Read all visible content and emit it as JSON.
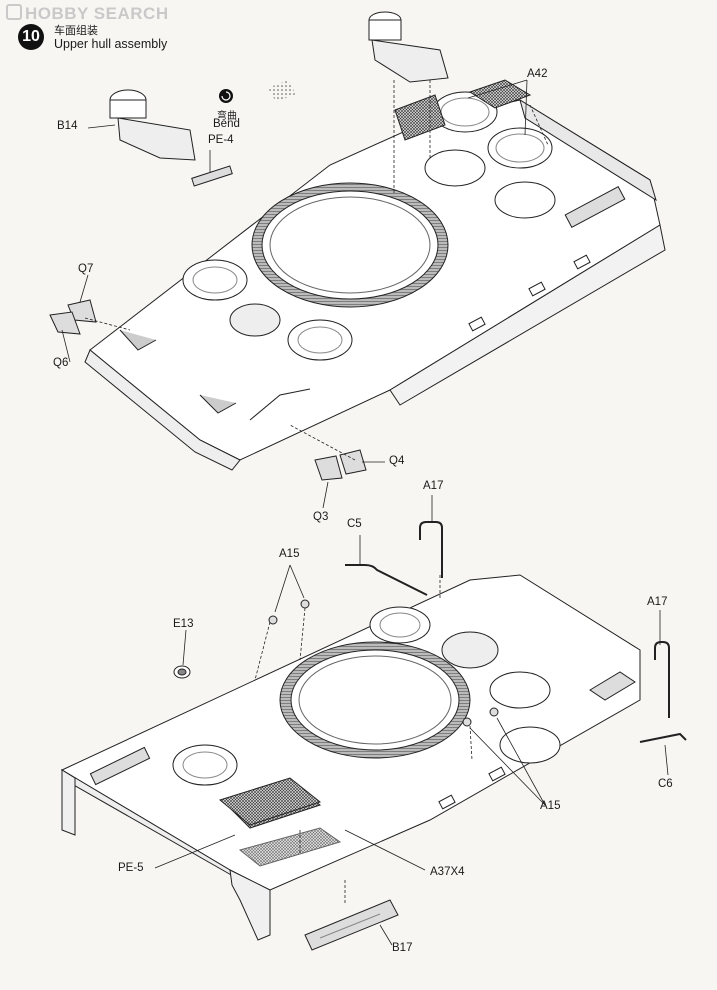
{
  "watermark": "HOBBY SEARCH",
  "step": {
    "number": "10",
    "title_cn": "车面组装",
    "title_en": "Upper hull assembly"
  },
  "bend_note": {
    "cn": "弯曲",
    "en": "Bend"
  },
  "top_parts": {
    "b14": "B14",
    "pe4": "PE-4",
    "a42": "A42",
    "q7": "Q7",
    "q6": "Q6",
    "q4": "Q4",
    "q3": "Q3"
  },
  "bottom_parts": {
    "a17_left": "A17",
    "c5": "C5",
    "a15_top": "A15",
    "e13": "E13",
    "a17_right": "A17",
    "c6": "C6",
    "a15_bottom": "A15",
    "pe5": "PE-5",
    "a37x4": "A37X4",
    "b17": "B17"
  }
}
